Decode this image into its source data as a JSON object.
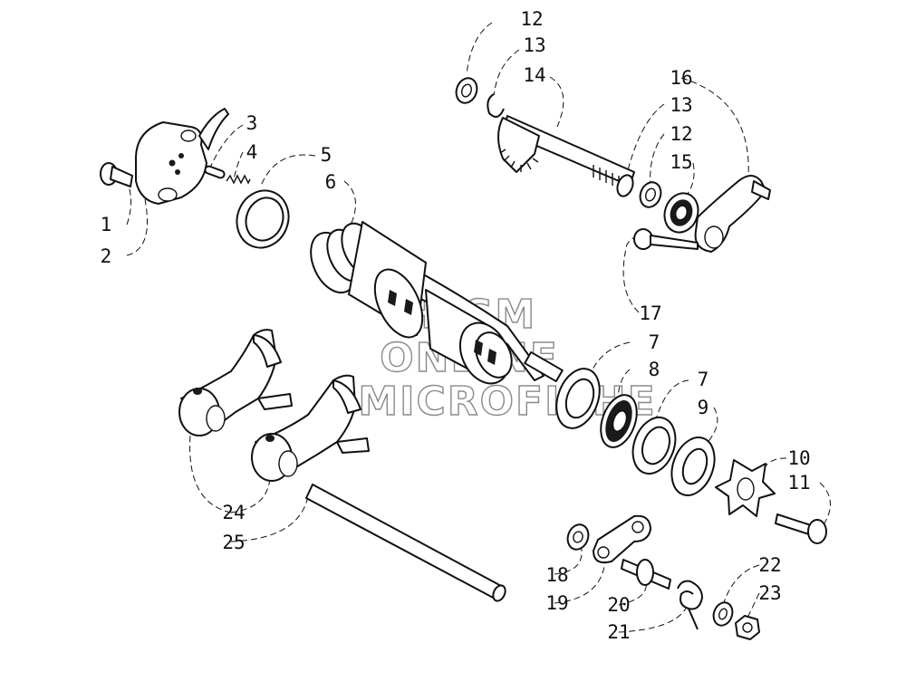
{
  "watermark": {
    "line1": "HLSM",
    "line2": "ONLINE",
    "line3": "MICROFICHE"
  },
  "callouts": [
    "1",
    "2",
    "3",
    "4",
    "5",
    "6",
    "7",
    "7",
    "8",
    "9",
    "10",
    "11",
    "12",
    "12",
    "13",
    "13",
    "14",
    "15",
    "16",
    "17",
    "18",
    "19",
    "20",
    "21",
    "22",
    "23",
    "24",
    "25"
  ],
  "colors": {
    "ink": "#111111",
    "watermark": "#8a8a8a",
    "background": "#ffffff"
  }
}
